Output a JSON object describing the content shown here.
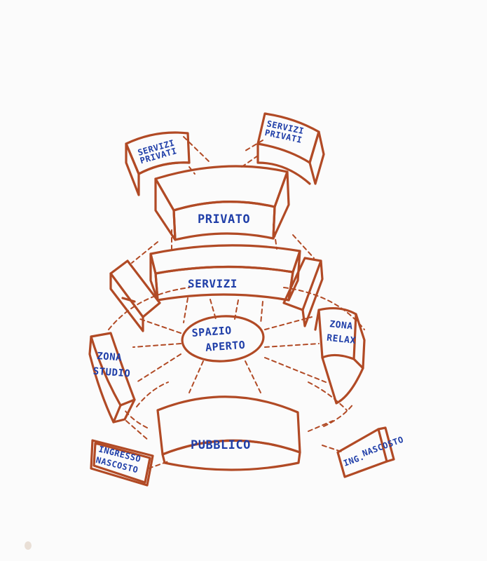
{
  "diagram": {
    "labels": {
      "servizi_privati_left": [
        "SERVIZI",
        "PRIVATI"
      ],
      "servizi_privati_right": [
        "SERVIZI",
        "PRIVATI"
      ],
      "privato": "PRIVATO",
      "servizi": "SERVIZI",
      "spazio_aperto": [
        "SPAZIO",
        "APERTO"
      ],
      "zona_studio": [
        "ZONA",
        "STUDIO"
      ],
      "zona_relax": [
        "ZONA",
        "RELAX"
      ],
      "pubblico": "PUBBLICO",
      "ingresso_nascosto_left": [
        "INGRESSO",
        "NASCOSTO"
      ],
      "ingresso_nascosto_right": [
        "ING.",
        "NASCOSTO"
      ]
    },
    "colors": {
      "stroke": "#b14a25",
      "text": "#1f3ea8",
      "paper": "#fbfbfb"
    }
  }
}
